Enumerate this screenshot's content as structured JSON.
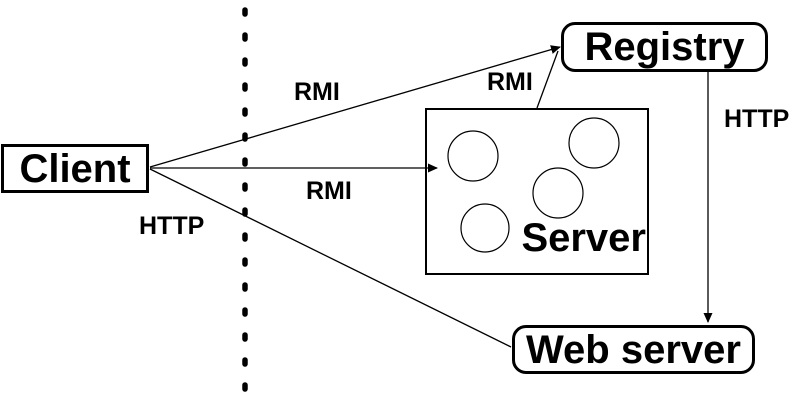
{
  "diagram": {
    "nodes": {
      "client": {
        "label": "Client",
        "shape": "rectangle"
      },
      "registry": {
        "label": "Registry",
        "shape": "rounded-rectangle"
      },
      "server": {
        "label": "Server",
        "shape": "rectangle",
        "object_circles": 4
      },
      "web_server": {
        "label": "Web server",
        "shape": "rounded-rectangle"
      }
    },
    "edges": [
      {
        "from": "client",
        "to": "registry",
        "label": "RMI",
        "arrow": true
      },
      {
        "from": "client",
        "to": "server",
        "label": "RMI",
        "arrow": true
      },
      {
        "from": "client",
        "to": "web_server",
        "label": "HTTP",
        "arrow": false
      },
      {
        "from": "server",
        "to": "registry",
        "label": "RMI",
        "arrow": true
      },
      {
        "from": "registry",
        "to": "web_server",
        "label": "HTTP",
        "arrow": true
      }
    ],
    "boundary": {
      "type": "dotted-vertical-line",
      "meaning": "network-separator"
    },
    "colors": {
      "foreground": "#000000",
      "background": "#ffffff"
    }
  }
}
